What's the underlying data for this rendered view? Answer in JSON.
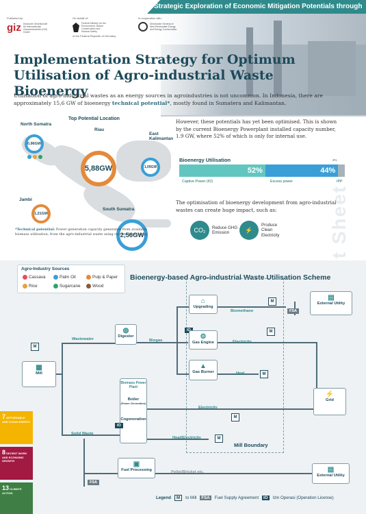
{
  "header": {
    "series_title": "Strategic Exploration of Economic Mitigation Potentials through Renewables",
    "published_by": "Published by:",
    "on_behalf": "On behalf of:",
    "cooperation": "In cooperation with:",
    "giz_name": "giz",
    "giz_text": "Deutsche Gesellschaft für Internationale Zusammenarbeit (GIZ) GmbH",
    "bmu_text": "Federal Ministry for the Environment, Nature Conservation and Nuclear Safety",
    "bmu_sub": "of the Federal Republic of Germany",
    "ebtke_text": "Directorate General of New Renewable Energy and Energy Conservation"
  },
  "title": "Implementation Strategy for Optimum Utilisation of Agro-industrial Waste Bioenergy",
  "intro": {
    "text_a": "Utilisation of agro-industrial wastes as an energy sources in agroindustries is not uncommon. In Indonesia, there are approximately 15,6 GW of bioenergy ",
    "highlight": "technical potential*",
    "text_b": ", mostly found in Sumatera and Kalimantan."
  },
  "map": {
    "top_location": "Top Potential Location",
    "regions": [
      {
        "name": "North Sumatra",
        "value": "0,96",
        "unit": "GW"
      },
      {
        "name": "Riau",
        "value": "5,88",
        "unit": "GW"
      },
      {
        "name": "East Kalimantan",
        "value": "1,09",
        "unit": "GW"
      },
      {
        "name": "Jambi",
        "value": "1,21",
        "unit": "GW"
      },
      {
        "name": "South Sumatra",
        "value": "2,56",
        "unit": "GW"
      }
    ],
    "note_label": "*Technical potential:",
    "note_text": " Power generation capacity generated from available biomass utilisation, from the agro-industrial waste using current technology"
  },
  "right_text": "However, these potentials has yet been optimised. This is shown by the current Bioenergy Powerplant installed capacity number, 1.9 GW, where 52% of which is only for internal use.",
  "utilisation": {
    "title": "Bioenergy Utilisation",
    "segments": [
      {
        "label": "Captive Power (IO)",
        "pct": "52%",
        "value": 52,
        "color": "#62c6c0"
      },
      {
        "label": "Excess power",
        "pct": "44%",
        "value": 44,
        "color": "#3a9fd6"
      },
      {
        "label": "IPP",
        "pct": "4%",
        "value": 4,
        "color": "#a7b3bb"
      }
    ]
  },
  "optimisation_text": "The optimisation of bioenergy development from agro-industrial wastes can create huge impact, such as:",
  "impacts": [
    {
      "icon": "CO₂",
      "text": "Reduce GHG Emission"
    },
    {
      "icon": "⚡",
      "text": "Produce Clean Electricity"
    }
  ],
  "side_label": "Fact Sheet",
  "sources": {
    "title": "Agro-Industry Sources",
    "items": [
      {
        "name": "Cassava",
        "color": "#e0505a"
      },
      {
        "name": "Palm Oil",
        "color": "#3a9fd6"
      },
      {
        "name": "Pulp & Paper",
        "color": "#e48a3a"
      },
      {
        "name": "Rice",
        "color": "#e8a33a"
      },
      {
        "name": "Sugarcane",
        "color": "#2fa36b"
      },
      {
        "name": "Wood",
        "color": "#8b5a3a"
      }
    ]
  },
  "scheme": {
    "title": "Bioenergy-based Agro-industrial Waste Utilisation Scheme",
    "mill": "Mill",
    "wastewater": "Wastewater",
    "digester": "Digester",
    "biogas": "Biogas",
    "upgrading": "Upgrading",
    "biomethane": "Biomethane",
    "gas_engine": "Gas Engine",
    "electricity": "Electricity",
    "gas_burner": "Gas Burner",
    "heat": "Heat",
    "biomass_pp": "Biomass Power Plant",
    "boiler": "Boiler",
    "boiler_sub": "(Power Generation)",
    "solid_waste": "Solid Waste",
    "cogeneration": "Cogeneration",
    "heat_electricity": "Heat/Electricity",
    "fuel_processing": "Fuel Processing",
    "pellet": "Pellet/Bricket etc.",
    "external_utility": "External Utility",
    "grid": "Grid",
    "mill_boundary": "Mill Boundary",
    "m": "M",
    "io": "IO",
    "fsa": "FSA"
  },
  "legend": {
    "title": "Legend",
    "m_key": "M",
    "m_text": "to Mill",
    "fsa_key": "FSA",
    "fsa_text": "Fuel Supply Agreement",
    "io_key": "IO",
    "io_text": "Izin Operasi (Operation License)"
  },
  "sdgs": [
    {
      "num": "7",
      "text": "AFFORDABLE AND CLEAN ENERGY",
      "color": "#f4b400"
    },
    {
      "num": "8",
      "text": "DECENT WORK AND ECONOMIC GROWTH",
      "color": "#a21942"
    },
    {
      "num": "13",
      "text": "CLIMATE ACTION",
      "color": "#3f7e44"
    }
  ]
}
